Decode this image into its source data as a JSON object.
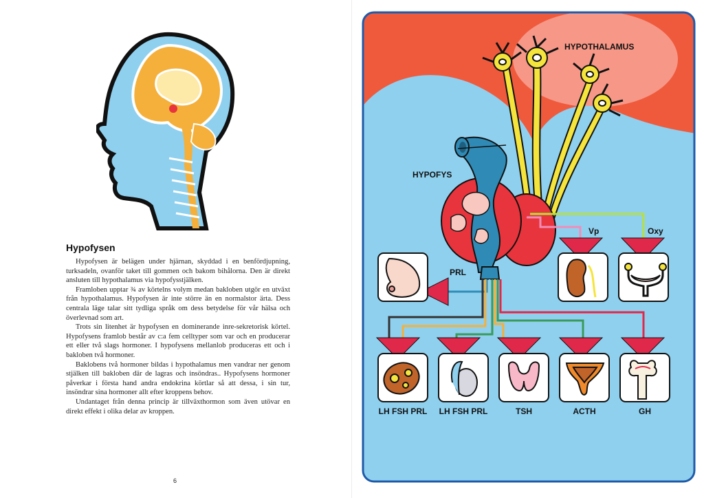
{
  "left_page": {
    "title": "Hypofysen",
    "paragraphs": [
      "Hypofysen är belägen under hjärnan, skyddad i en benfördjupning, turksadeln, ovanför taket till gommen och bakom bihålorna. Den är direkt ansluten till hypothalamus via hypofysstjälken.",
      "Framloben upptar ¾ av körtelns volym medan bakloben utgör en utväxt från hypothalamus. Hypofysen är inte större än en normalstor ärta. Dess centrala läge talar sitt tydliga språk om dess betydelse för vår hälsa och överlevnad som art.",
      "Trots sin litenhet är hypofysen en dominerande inre-sekretorisk körtel. Hypofysens framlob består av c:a fem celltyper som var och en producerar ett eller två slags hormoner. I hypofysens mellanlob produceras ett och i bakloben två hormoner.",
      "Baklobens två hormoner bildas i hypothalamus men vandrar ner genom stjälken till bakloben där de lagras och insöndras.. Hypofysens hormoner påverkar i första hand andra endokrina körtlar så att dessa, i sin tur, insöndrar sina hormoner allt efter kroppens behov.",
      "Undantaget från denna princip är tillväxthormon som även utövar en direkt effekt i olika delar av kroppen."
    ],
    "page_number": "6"
  },
  "diagram": {
    "hypothalamus_label": "HYPOTHALAMUS",
    "hypofys_label": "HYPOFYS",
    "prl_label": "PRL",
    "vp_label": "Vp",
    "oxy_label": "Oxy",
    "bottom_labels": [
      "LH FSH PRL",
      "LH FSH PRL",
      "TSH",
      "ACTH",
      "GH"
    ],
    "colors": {
      "sky_red": "#ef5a3c",
      "body_blue": "#8fd0ef",
      "gland_red": "#e8343c",
      "vessel_blue": "#2f8bb6",
      "neuron_yellow": "#f5e43c",
      "arrow_red": "#e0284a",
      "frame_blue": "#1f5aa8"
    },
    "target_icons": [
      "breast-icon",
      "kidney-icon",
      "uterus-icon",
      "ovary-icon",
      "testis-icon",
      "thyroid-icon",
      "adrenal-icon",
      "bone-icon"
    ]
  }
}
